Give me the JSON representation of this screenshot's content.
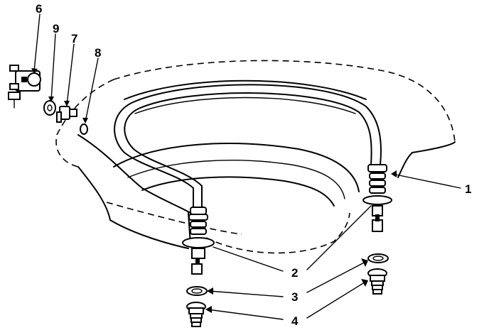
{
  "callouts": {
    "c1": "1",
    "c2": "2",
    "c3": "3",
    "c4": "4",
    "c6": "6",
    "c7": "7",
    "c8": "8",
    "c9": "9"
  },
  "colors": {
    "line": "#000000",
    "background": "#ffffff"
  }
}
